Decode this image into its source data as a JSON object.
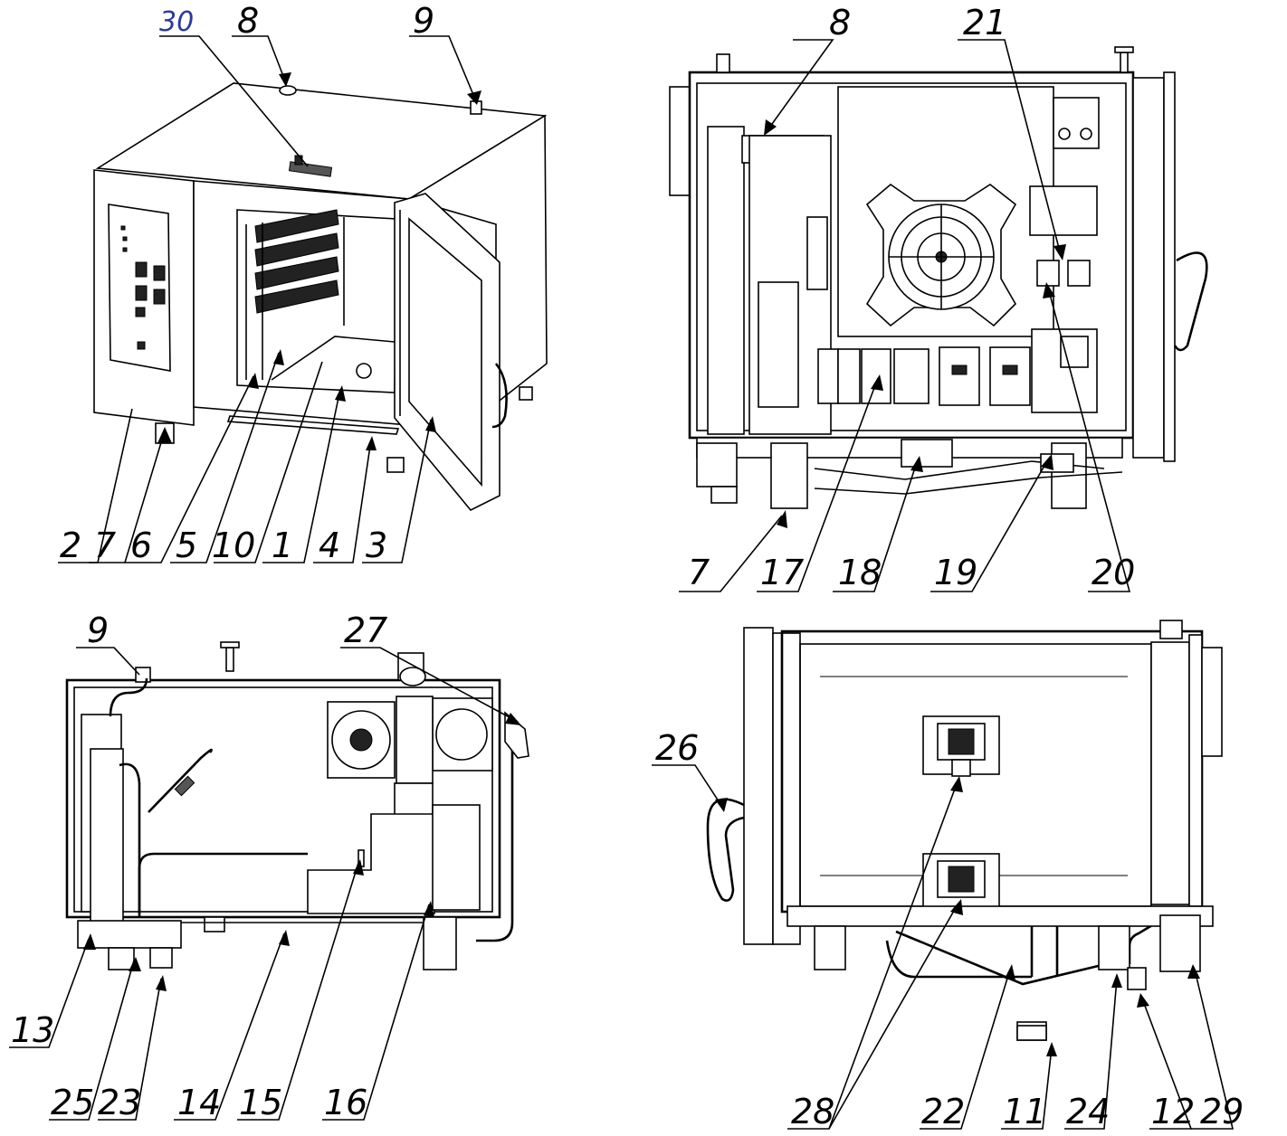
{
  "views": [
    {
      "id": "isometric",
      "callouts": [
        {
          "n": "30"
        },
        {
          "n": "8"
        },
        {
          "n": "9"
        },
        {
          "n": "2"
        },
        {
          "n": "7"
        },
        {
          "n": "6"
        },
        {
          "n": "5"
        },
        {
          "n": "10"
        },
        {
          "n": "1"
        },
        {
          "n": "4"
        },
        {
          "n": "3"
        }
      ]
    },
    {
      "id": "right-side-open",
      "callouts": [
        {
          "n": "8"
        },
        {
          "n": "21"
        },
        {
          "n": "7"
        },
        {
          "n": "17"
        },
        {
          "n": "18"
        },
        {
          "n": "19"
        },
        {
          "n": "20"
        }
      ]
    },
    {
      "id": "left-side-open",
      "callouts": [
        {
          "n": "9"
        },
        {
          "n": "27"
        },
        {
          "n": "13"
        },
        {
          "n": "25"
        },
        {
          "n": "23"
        },
        {
          "n": "14"
        },
        {
          "n": "15"
        },
        {
          "n": "16"
        }
      ]
    },
    {
      "id": "rear-view",
      "callouts": [
        {
          "n": "26"
        },
        {
          "n": "28"
        },
        {
          "n": "22"
        },
        {
          "n": "11"
        },
        {
          "n": "24"
        },
        {
          "n": "12"
        },
        {
          "n": "29"
        }
      ]
    }
  ],
  "colors": {
    "line": "#000000",
    "callout_30": "#2a3a9a",
    "background": "#ffffff"
  }
}
